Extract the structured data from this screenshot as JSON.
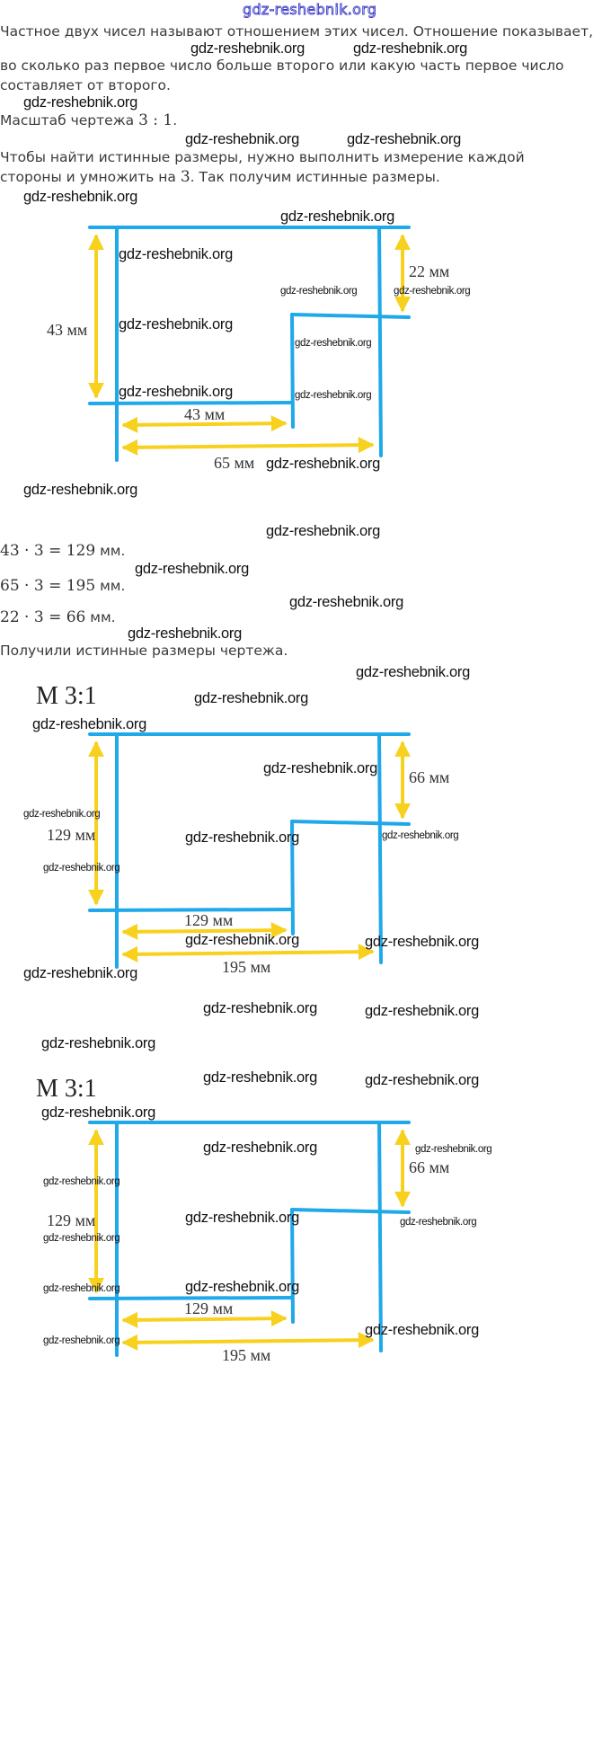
{
  "header": {
    "watermark": "gdz-reshebnik.org"
  },
  "intro": {
    "line1": "Частное двух чисел называют отношением этих чисел. Отношение показывает,",
    "line2": "во сколько раз первое число больше второго или какую часть первое число",
    "line3": "составляет от второго.",
    "scale_text_prefix": "Масштаб чертежа ",
    "scale_value": "3 : 1",
    "scale_text_suffix": ".",
    "line5": "Чтобы найти истинные размеры, нужно выполнить измерение каждой",
    "line6_prefix": "стороны и умножить на ",
    "line6_num": "3",
    "line6_suffix": ". Так получим истинные размеры."
  },
  "diagram1": {
    "left_height": "43 мм",
    "step_width": "43 мм",
    "total_width": "65 мм",
    "right_height": "22 мм"
  },
  "calculations": [
    {
      "expr": "43 · 3 = 129",
      "unit": " мм."
    },
    {
      "expr": "65 · 3 = 195",
      "unit": " мм."
    },
    {
      "expr": "22 · 3 = 66",
      "unit": " мм."
    }
  ],
  "conclusion": "Получили истинные размеры чертежа.",
  "diagram2": {
    "scale": "М 3:1",
    "left_height": "129 мм",
    "step_width": "129 мм",
    "total_width": "195 мм",
    "right_height": "66 мм"
  },
  "diagram3": {
    "scale": "М 3:1",
    "left_height": "129 мм",
    "step_width": "129 мм",
    "total_width": "195 мм",
    "right_height": "66 мм"
  },
  "watermark_text": "gdz-reshebnik.org",
  "colors": {
    "outline_blue": "#1fa8ea",
    "arrow_yellow": "#f7d11e",
    "header_wm": "#3a3ac8"
  }
}
